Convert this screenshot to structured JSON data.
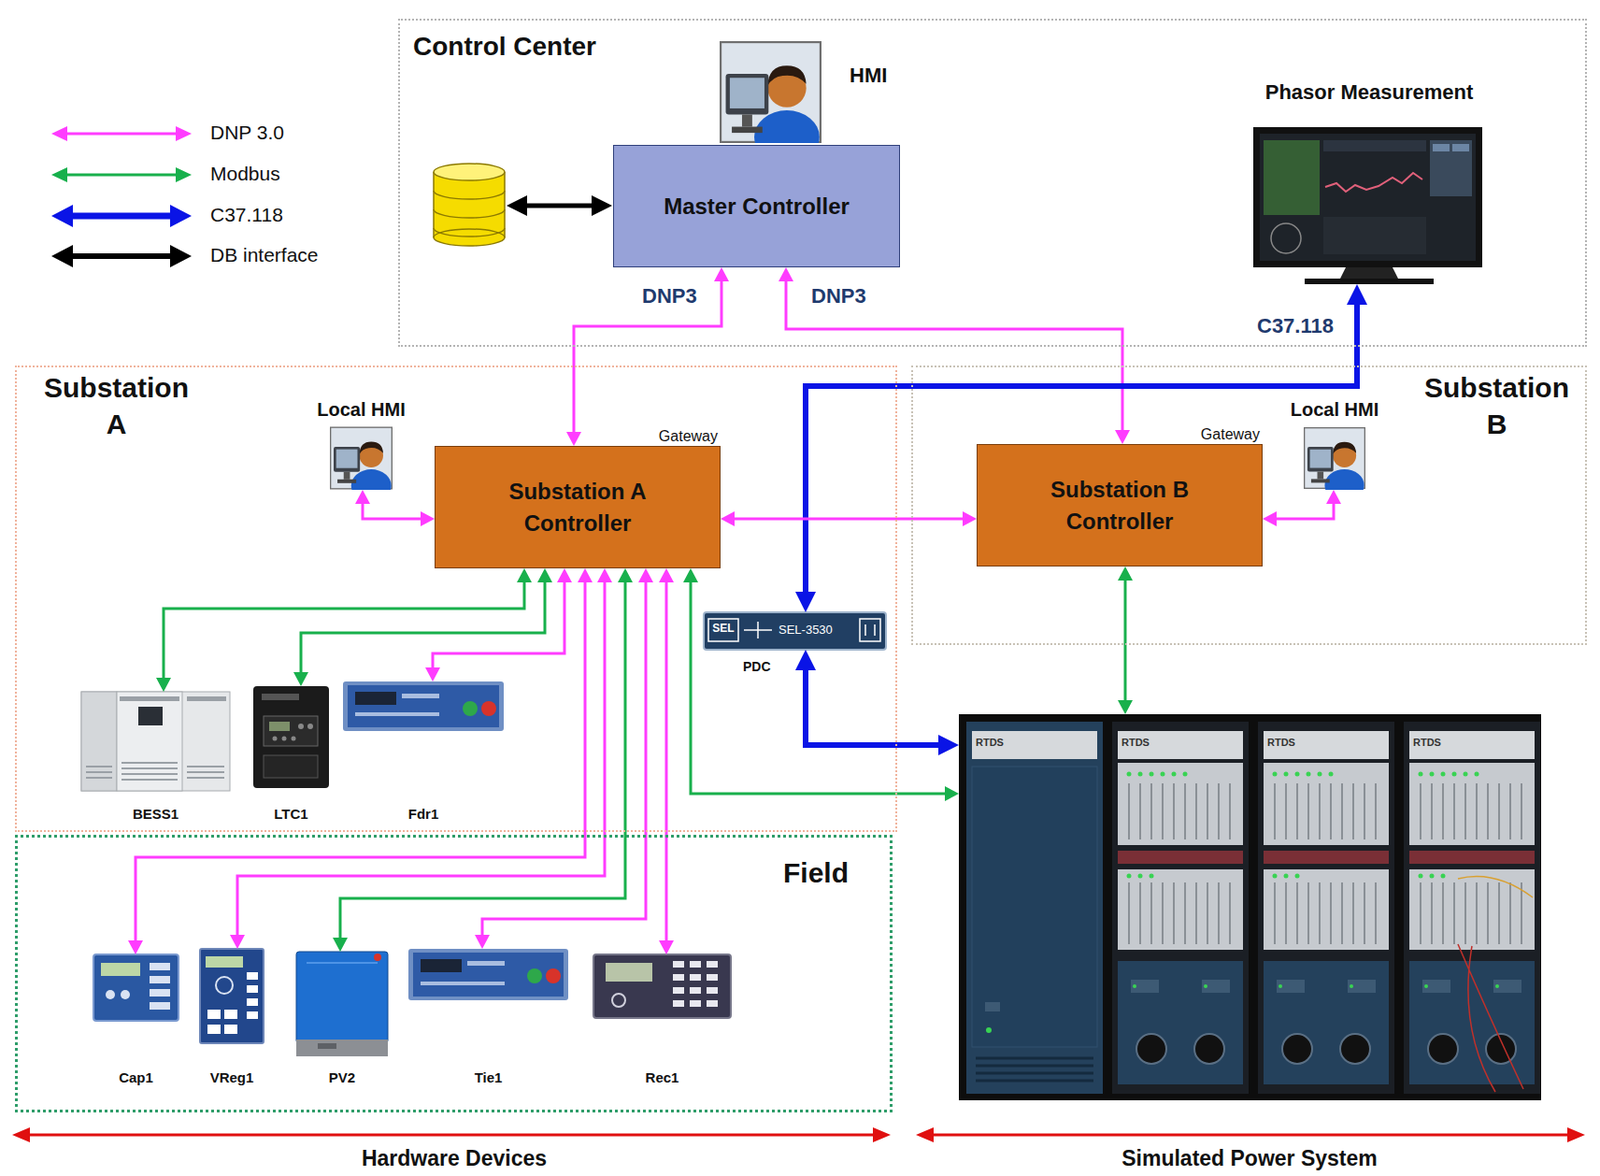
{
  "diagram": {
    "nodes": [
      {
        "text": [
          "Control Center"
        ]
      },
      {
        "text": [
          "HMI"
        ],
        "in": 0
      },
      {
        "text": [
          "Master Controller"
        ],
        "in": 0
      },
      {
        "text": [
          "Phasor Measurement"
        ],
        "in": 0
      },
      {
        "text": [
          "Substation A"
        ]
      },
      {
        "text": [
          "Local HMI"
        ],
        "in": 4
      },
      {
        "text": [
          "Gateway",
          "Substation A Controller"
        ],
        "in": 4
      },
      {
        "text": [
          "SEL",
          "SEL-3530",
          "PDC"
        ],
        "in": 4
      },
      {
        "text": [
          "BESS1"
        ],
        "in": 4
      },
      {
        "text": [
          "LTC1"
        ],
        "in": 4
      },
      {
        "text": [
          "Fdr1"
        ],
        "in": 4
      },
      {
        "text": [
          "Substation B"
        ]
      },
      {
        "text": [
          "Gateway",
          "Substation B Controller"
        ],
        "in": 11
      },
      {
        "text": [
          "Local HMI"
        ],
        "in": 11
      },
      {
        "text": [
          "Field"
        ]
      },
      {
        "text": [
          "Cap1"
        ],
        "in": 14
      },
      {
        "text": [
          "VReg1"
        ],
        "in": 14
      },
      {
        "text": [
          "PV2"
        ],
        "in": 14
      },
      {
        "text": [
          "Tie1"
        ],
        "in": 14
      },
      {
        "text": [
          "Rec1"
        ],
        "in": 14
      },
      {
        "text": [
          "RTDS",
          "RTDS",
          "RTDS",
          "RTDS"
        ]
      }
    ],
    "edges": [
      {
        "from": 2,
        "to": 6,
        "arrow": "both",
        "label": "DNP3"
      },
      {
        "from": 2,
        "to": 12,
        "arrow": "both",
        "label": "DNP3"
      },
      {
        "from": 7,
        "to": 3,
        "arrow": "both",
        "label": "C37.118"
      },
      {
        "from": 7,
        "to": 20,
        "arrow": "both"
      },
      {
        "from": 5,
        "to": 6,
        "arrow": "both"
      },
      {
        "from": 6,
        "to": 12,
        "arrow": "both"
      },
      {
        "from": 13,
        "to": 12,
        "arrow": "both"
      },
      {
        "from": 12,
        "to": 20,
        "arrow": "both"
      },
      {
        "from": 6,
        "to": 8,
        "arrow": "both"
      },
      {
        "from": 6,
        "to": 9,
        "arrow": "both"
      },
      {
        "from": 6,
        "to": 10,
        "arrow": "both"
      },
      {
        "from": 6,
        "to": 15,
        "arrow": "both"
      },
      {
        "from": 6,
        "to": 16,
        "arrow": "both"
      },
      {
        "from": 6,
        "to": 17,
        "arrow": "both"
      },
      {
        "from": 6,
        "to": 18,
        "arrow": "both"
      },
      {
        "from": 6,
        "to": 19,
        "arrow": "both"
      },
      {
        "from": 6,
        "to": 20,
        "arrow": "both"
      }
    ],
    "labels": [
      "Hardware Devices",
      "Simulated Power System"
    ],
    "legend": [
      {
        "text": "DNP 3.0"
      },
      {
        "text": "Modbus"
      },
      {
        "text": "C37.118"
      },
      {
        "text": "DB interface"
      }
    ]
  }
}
